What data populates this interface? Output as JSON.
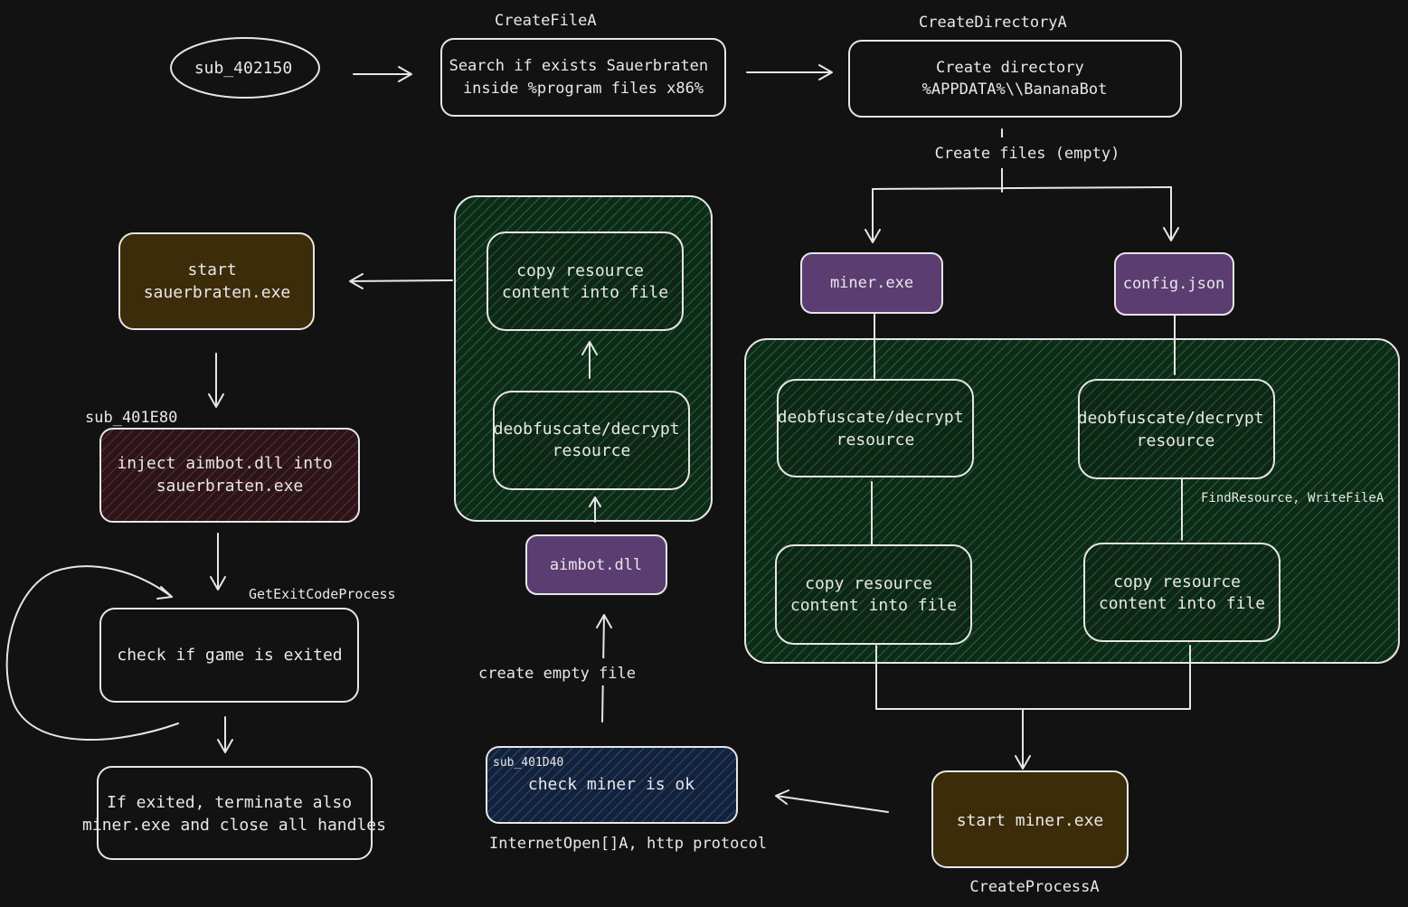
{
  "colors": {
    "background": "#121212",
    "stroke": "#e6e6e6",
    "text": "#e8e8e8",
    "file_node": "#5b3d72",
    "start_node": "#3d2c0a",
    "green_group": "#0f3a1f",
    "green_hatch": "#1f6b3a",
    "red_hatch": "#6b2a34",
    "blue_hatch": "#2a4f7a"
  },
  "nodes": {
    "sub_402150": "sub_402150",
    "search_sauerbraten": [
      "Search if exists Sauerbraten",
      "inside %program files x86%"
    ],
    "create_directory": [
      "Create directory",
      "%APPDATA%\\\\BananaBot"
    ],
    "miner_exe": "miner.exe",
    "config_json": "config.json",
    "start_sauerbraten": [
      "start",
      "sauerbraten.exe"
    ],
    "inject_aimbot": [
      "inject aimbot.dll into",
      "sauerbraten.exe"
    ],
    "check_game_exited": "check if game is exited",
    "if_exited": [
      "If exited, terminate also",
      "miner.exe and close all handles"
    ],
    "copy_resource_center": [
      "copy resource",
      "content into file"
    ],
    "deobfuscate_center": [
      "deobfuscate/decrypt",
      "resource"
    ],
    "aimbot_dll": "aimbot.dll",
    "check_miner": "check miner is ok",
    "deobfuscate_miner": [
      "deobfuscate/decrypt",
      "resource"
    ],
    "deobfuscate_config": [
      "deobfuscate/decrypt",
      "resource"
    ],
    "copy_resource_miner": [
      "copy resource",
      "content into file"
    ],
    "copy_resource_config": [
      "copy resource",
      "content into file"
    ],
    "start_miner": "start miner.exe"
  },
  "annotations": {
    "createfilea": "CreateFileA",
    "createdirectorya": "CreateDirectoryA",
    "create_files_empty": "Create files (empty)",
    "sub_401e80": "sub_401E80",
    "getexitcodeprocess": "GetExitCodeProcess",
    "create_empty_file": "create empty file",
    "sub_401d40": "sub_401D40",
    "internetopen": "InternetOpen[]A, http protocol",
    "findresource": "FindResource, WriteFileA",
    "createprocessa": "CreateProcessA"
  }
}
